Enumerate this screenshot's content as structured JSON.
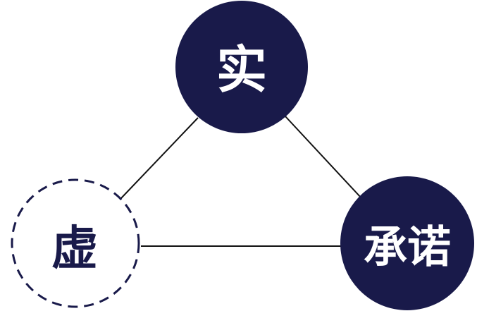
{
  "colors": {
    "background": "#ffffff",
    "node_fill": "#191a4a",
    "node_text_filled": "#ffffff",
    "node_text_outline": "#191a4a",
    "dashed_border": "#191a4a",
    "connector": "#111111"
  },
  "nodes": {
    "top": {
      "label": "实",
      "style": "filled"
    },
    "left": {
      "label": "虚",
      "style": "dashed-outline"
    },
    "right": {
      "label": "承诺",
      "style": "filled"
    }
  },
  "edges": [
    {
      "from": "top",
      "to": "left"
    },
    {
      "from": "top",
      "to": "right"
    },
    {
      "from": "left",
      "to": "right"
    }
  ]
}
